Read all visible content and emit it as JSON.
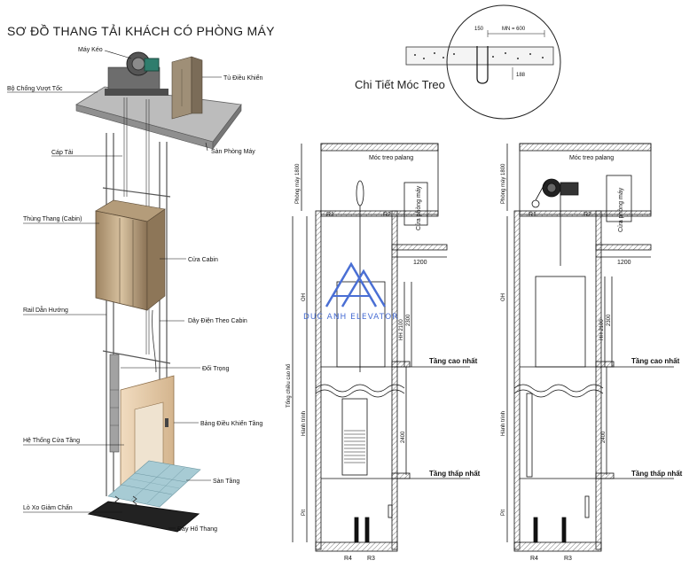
{
  "title": "SƠ ĐỒ THANG TẢI KHÁCH CÓ PHÒNG MÁY",
  "left_labels": {
    "may_keo": "Máy Kéo",
    "tu_dieu_khien": "Tủ Điều Khiển",
    "bo_chong_vuot_toc": "Bộ Chống Vượt Tốc",
    "san_phong_may": "Sàn Phòng Máy",
    "cap_tai": "Cáp Tải",
    "thung_thang": "Thùng Thang (Cabin)",
    "cua_cabin": "Cửa Cabin",
    "rail_dan_huong": "Rail Dẫn Hướng",
    "day_dien": "Dây Điện Theo Cabin",
    "doi_trong": "Đối Trọng",
    "bang_dieu_khien_tang": "Bảng Điều Khiển Tầng",
    "he_thong_cua_tang": "Hệ Thống Cửa Tầng",
    "san_tang": "Sàn Tầng",
    "lo_xo_giam_chan": "Lò Xo Giảm Chấn",
    "day_ho_thang": "Đáy Hố Thang"
  },
  "detail": {
    "label": "Chi Tiết Móc Treo",
    "dim_min": "MN = 600",
    "dim_150": "150",
    "dim_188": "188"
  },
  "drawing": {
    "moc_treo": "Móc treo palang",
    "phong_may": "Phòng máy 1800",
    "cua_phong_may": "Cửa phòng máy",
    "r1": "R1",
    "r2": "R2",
    "r3": "R3",
    "r4": "R4",
    "dim_1200": "1200",
    "oh": "OH",
    "hh": "HH 2100",
    "d2300": "2300",
    "d2400": "2400",
    "tang_cao_nhat": "Tầng cao nhất",
    "tang_thap_nhat": "Tầng thấp nhất",
    "tong_chieu_cao": "Tổng chiều cao hố",
    "hanh_trinh": "Hành trình",
    "pit": "Pit"
  },
  "watermark": "DUC ANH ELEVATOR",
  "colors": {
    "watermark_blue": "#4a6fd4",
    "cabin": "#c9b08a",
    "door_panel": "#e9d2b4",
    "floor_tile": "#9fc6d0",
    "machine_room": "#bdbdbd",
    "hatch": "#888888"
  }
}
